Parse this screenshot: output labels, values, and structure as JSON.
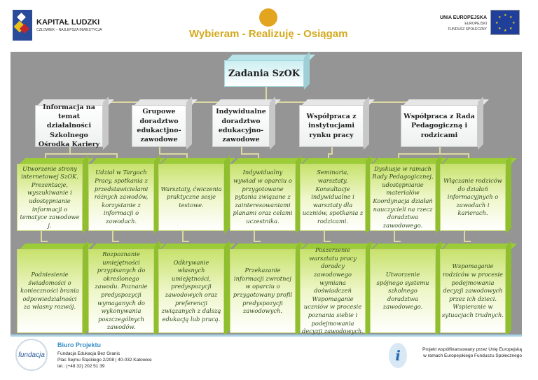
{
  "header": {
    "kl_title": "KAPITAŁ LUDZKI",
    "kl_subtitle": "CZŁOWIEK – NAJLEPSZA INWESTYCJA",
    "slogan": "Wybieram - Realizuję - Osiągam",
    "ue_line1": "UNIA EUROPEJSKA",
    "ue_line2": "EUROPEJSKI",
    "ue_line3": "FUNDUSZ SPOŁECZNY"
  },
  "diagram": {
    "title": "Zadania SzOK",
    "categories": [
      "Informacja na temat działalności Szkolnego Ośrodka Kariery",
      "Grupowe doradztwo edukactjno-zawodowe",
      "Indywidualne doradztwo edukacyjno-zawodowe",
      "Współpraca z instytucjami rynku pracy",
      "Współpraca z Rada Pedagogiczną i rodzicami"
    ],
    "row1": [
      "Utworzenie strony internetowej SzOK. Prezentacje, wyszukiwanie i udostępnianie informacji o tematyce zawodowe j.",
      "Udział w Targach Pracy, spotkania z przedstawicielami różnych zawodów, korzystanie z informacji o zawodach.",
      "Warsztaty, ćwiczenia praktyczne sesje testowe.",
      "Indywidualny wywiad w oparciu o przygotowane pytania związane z zainteresowaniami planami oraz celami uczestnika.",
      "Seminaria, warsztaty. Konsultacje indywidualne i warsztaty dla uczniów, spotkania z rodzicami.",
      "Dyskusje w ramach Rady Pedagogicznej, udostępnianie materiałów Koordynacja działań nauczycieli na rzecz doradztwa zawodowego.",
      "Włączanie rodziców do działań informacyjnych o zawodach i karierach."
    ],
    "row2": [
      "Podniesienie świadomości o konieczności brania odpowiedzialności za własny rozwój.",
      "Rozpoznanie umiejętności przypisanych do określonego zawodu. Poznanie predyspozycji wymaganych do wykonywania poszczególnych zawodów.",
      "Odkrywanie własnych umiejętności, predyspozycji zawodowych oraz preferencji związanych z dalszą edukacją lub pracą.",
      "Przekazanie informacji zwrotnej w oparciu o przygotowany profil predyspozycji zawodowych.",
      "Poszerzenie warsztatu pracy doradcy zawodowego wymiana doświadczeń Wspomaganie uczniów w procesie poznania siebie i podejmowania decyzji zawodowych.",
      "Utworzenie spójnego systemu szkolnego doradztwa zawodowego.",
      "Wspomaganie rodziców w procesie podejmowania decyzji zawodowych przez ich dzieci. Wspieranie w sytuacjach trudnych."
    ]
  },
  "footer": {
    "fund_logo": "fundacja",
    "office": "Biuro Projektu",
    "org": "Fundacja  Edukacja Bez Granic",
    "address": "Plac Sejmu Śląskiego 2/208 | 40-032 Katowice",
    "phone": "tel.: (+48 32) 202 51 39",
    "info_icon": "i",
    "project_line1": "Projekt współfinansowany przez Unię Europejską",
    "project_line2": "w ramach Europejskiego Funduszu Społecznego"
  }
}
